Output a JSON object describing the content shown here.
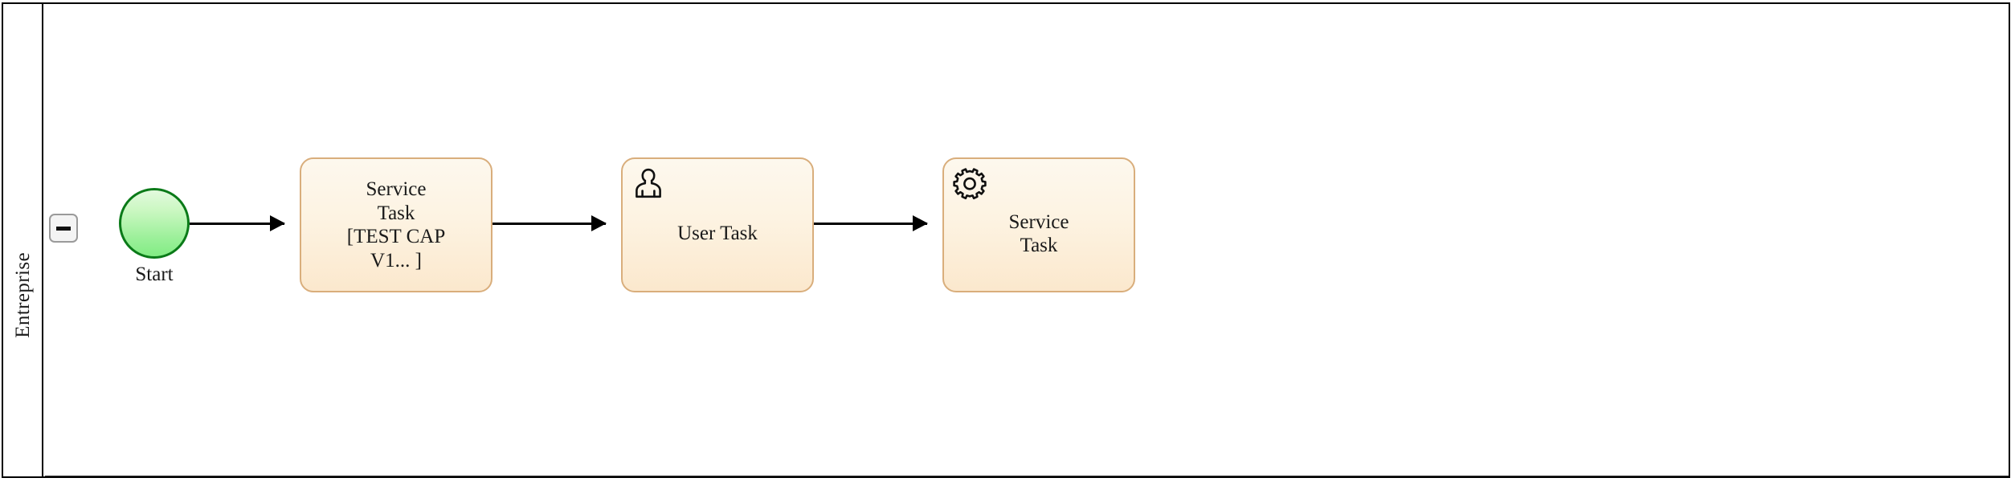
{
  "diagram": {
    "type": "bpmn-process",
    "pool": {
      "lane_label": "Entreprise",
      "collapse_button": {
        "icon": "minus-icon",
        "state": "expanded"
      }
    },
    "colors": {
      "pool_border": "#000000",
      "task_fill_top": "#fdf8ee",
      "task_fill_bottom": "#fbe8cd",
      "task_border": "#d9ae7c",
      "start_fill_top": "#e3fade",
      "start_fill_bottom": "#82ec84",
      "start_border": "#0a7a18",
      "flow_stroke": "#000000",
      "canvas_background": "#ffffff"
    },
    "nodes": [
      {
        "id": "start",
        "kind": "start-event",
        "label": "Start",
        "icon": null
      },
      {
        "id": "service-task-1",
        "kind": "service-task",
        "icon": null,
        "lines": [
          "Service",
          "Task",
          "[TEST CAP",
          "V1... ]"
        ]
      },
      {
        "id": "user-task",
        "kind": "user-task",
        "icon": "user-icon",
        "lines": [
          "User Task"
        ]
      },
      {
        "id": "service-task-2",
        "kind": "service-task",
        "icon": "gear-icon",
        "lines": [
          "Service",
          "Task"
        ]
      }
    ],
    "flows": [
      {
        "id": "flow-1",
        "from": "start",
        "to": "service-task-1"
      },
      {
        "id": "flow-2",
        "from": "service-task-1",
        "to": "user-task"
      },
      {
        "id": "flow-3",
        "from": "user-task",
        "to": "service-task-2"
      }
    ]
  }
}
